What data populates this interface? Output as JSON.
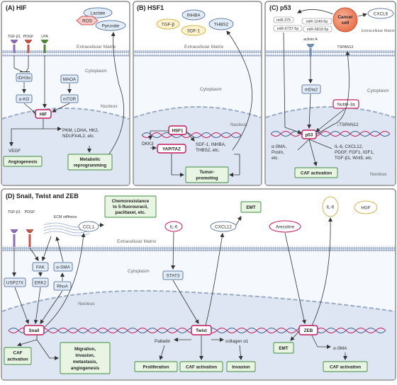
{
  "panels": {
    "a": {
      "title": "(A) HIF"
    },
    "b": {
      "title": "(B) HSF1"
    },
    "c": {
      "title": "(C) p53"
    },
    "d": {
      "title": "(D) Snail, Twist and ZEB"
    }
  },
  "zones": {
    "ecm": "Extracellular Matrix",
    "cytoplasm": "Cytoplasm",
    "nucleus": "Nucleus"
  },
  "a": {
    "lactate": "Lactate",
    "ros": "ROS",
    "pyruvate": "Pyruvate",
    "tgfb1": "TGF-β1",
    "pdgf": "PDGF",
    "lpa": "LPA",
    "idh3a": "IDH3α",
    "akg": "α-KG",
    "maoa": "MAOA",
    "mtor": "mTOR",
    "hif": "HIF",
    "vegf": "VEGF",
    "angiogenesis": "Angiogenesis",
    "genes1": "PKM, LDHA, HK2,",
    "genes2": "NDUFA4L2, etc.",
    "metabolic1": "Metabolic",
    "metabolic2": "reprogramming"
  },
  "b": {
    "tgfb": "TGF-β",
    "inhba": "INHBA",
    "sdf1": "SDF-1",
    "thbs2": "THBS2",
    "hsf1": "HSF1",
    "dkk3": "DKK3",
    "yaptaz": "YAP/TAZ",
    "targets1": "SDF-1, INHBA,",
    "targets2": "THBS2, etc.",
    "tumor1": "Tumor-",
    "tumor2": "promoting"
  },
  "c": {
    "cxcl6": "CXCL6",
    "cancer1": "Cancer",
    "cancer2": "cell",
    "mir1": "miR-375",
    "mir2": "miR-1249-5p",
    "mir3": "miR-6737-5p",
    "mir4": "miR-6819-5p",
    "activina": "activin A",
    "tspan12": "TSPAN12",
    "tspan12_down": "↓TSPAN12",
    "mdia2": "mDia2",
    "nutlin": "Nutlin-3a",
    "p53": "p53",
    "left1": "α-SMA,",
    "left2": "Postn,",
    "left3": "etc.",
    "right1": "IL-6, CXCL12,",
    "right2": "PDGF, FGF1, IGF1,",
    "right3": "TGF-β1, Wnt5, etc.",
    "caf": "CAF activation"
  },
  "d": {
    "tgfb1": "TGF-β1",
    "pdgf": "PDGF",
    "ecm_stiff": "ECM stiffness",
    "ccl1": "CCL1",
    "chemo1": "Chemoresistance",
    "chemo2": "to 5-fluorouracil,",
    "chemo3": "paclitaxel, etc.",
    "usp27x": "USP27X",
    "fak": "FAK",
    "asma": "α-SMA",
    "erk2": "ERK2",
    "rhoa": "RhoA",
    "snail": "Snail",
    "caf1": "CAF",
    "caf2": "activation",
    "mig1": "Migration,",
    "mig2": "invasion,",
    "mig3": "metastasis,",
    "mig4": "angiogenesis",
    "il6": "IL-6",
    "stat3": "STAT3",
    "cxcl12": "CXCL12",
    "emt": "EMT",
    "twist": "Twist",
    "palladin": "Palladin",
    "collagen": "collagen α1",
    "proliferation": "Proliferation",
    "caf_activation": "CAF activation",
    "invasion": "Invasion",
    "arecoline": "Arecoline",
    "il6b": "IL-6",
    "hgf": "HGF",
    "zeb": "ZEB",
    "emt2": "EMT",
    "asma2": "α-SMA",
    "caf_activation2": "CAF activation"
  },
  "colors": {
    "panel_border": "#555555",
    "membrane": "#7a8fb0",
    "nucleus_fill": "#dfe6f3",
    "pink_border": "#c2185b",
    "green_fill": "#e8f5e3",
    "green_border": "#3d8b3d",
    "blue_fill": "#e1ecf8",
    "blue_border": "#3d5f8f",
    "cancer_cell": "#f28c6a"
  }
}
